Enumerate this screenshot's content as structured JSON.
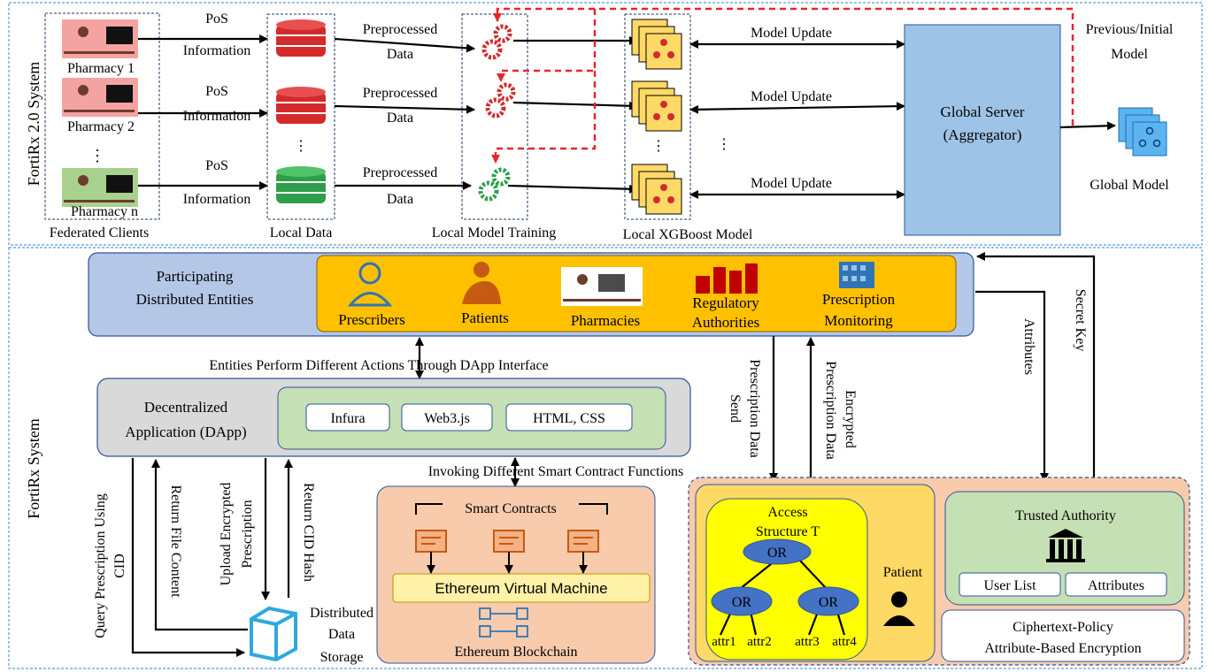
{
  "top": {
    "system_label": "FortiRx 2.0 System",
    "clients": [
      "Pharmacy 1",
      "Pharmacy 2",
      "Pharmacy n"
    ],
    "client_dots": "⋮",
    "clients_caption": "Federated Clients",
    "pos_label_1": "PoS",
    "pos_label_2": "Information",
    "local_data_caption": "Local Data",
    "pre_label_1": "Preprocessed",
    "pre_label_2": "Data",
    "training_caption": "Local Model Training",
    "xgb_caption": "Local XGBoost Model",
    "model_update": "Model Update",
    "server_line1": "Global Server",
    "server_line2": "(Aggregator)",
    "prev_model_1": "Previous/Initial",
    "prev_model_2": "Model",
    "global_model": "Global Model"
  },
  "bottom": {
    "system_label": "FortiRx System",
    "entities_title_1": "Participating",
    "entities_title_2": "Distributed Entities",
    "entities": {
      "prescribers": "Prescribers",
      "patients": "Patients",
      "pharmacies": "Pharmacies",
      "regulatory_1": "Regulatory",
      "regulatory_2": "Authorities",
      "monitoring_1": "Prescription",
      "monitoring_2": "Monitoring"
    },
    "dapp_interface": "Entities Perform Different Actions Through DApp Interface",
    "dapp_1": "Decentralized",
    "dapp_2": "Application (DApp)",
    "tech": [
      "Infura",
      "Web3.js",
      "HTML, CSS"
    ],
    "invoking": "Invoking Different Smart Contract Functions",
    "smart_contracts": "Smart Contracts",
    "evm": "Ethereum Virtual Machine",
    "eth_blockchain": "Ethereum Blockchain",
    "query_1": "Query Prescription Using",
    "query_2": "CID",
    "return_file": "Return File Content",
    "upload_1": "Upload Encrypted",
    "upload_2": "Prescription",
    "return_cid": "Return CID Hash",
    "storage_1": "Distributed",
    "storage_2": "Data",
    "storage_3": "Storage",
    "send_1": "Send",
    "send_2": "Prescription Data",
    "enc_1": "Encrypted",
    "enc_2": "Prescription Data",
    "attributes_arrow": "Attributes",
    "secret_key": "Secret Key",
    "access_1": "Access",
    "access_2": "Structure T",
    "or": "OR",
    "attrs": [
      "attr1",
      "attr2",
      "attr3",
      "attr4"
    ],
    "patient": "Patient",
    "trusted": "Trusted Authority",
    "user_list": "User List",
    "attributes_box": "Attributes",
    "cpabe_1": "Ciphertext-Policy",
    "cpabe_2": "Attribute-Based Encryption"
  },
  "colors": {
    "red_db": "#d32b2b",
    "green_db": "#2e9e4a",
    "server_fill": "#9dc3e6",
    "entities_bg": "#b4c7e7",
    "yellow_panel": "#ffc000",
    "dapp_bg": "#d9d9d9",
    "tech_bg": "#c5e0b4",
    "salmon": "#f8cbad",
    "access_yellow": "#ffff00",
    "oval_blue": "#4472c4",
    "dashed_red": "#e8262a"
  }
}
